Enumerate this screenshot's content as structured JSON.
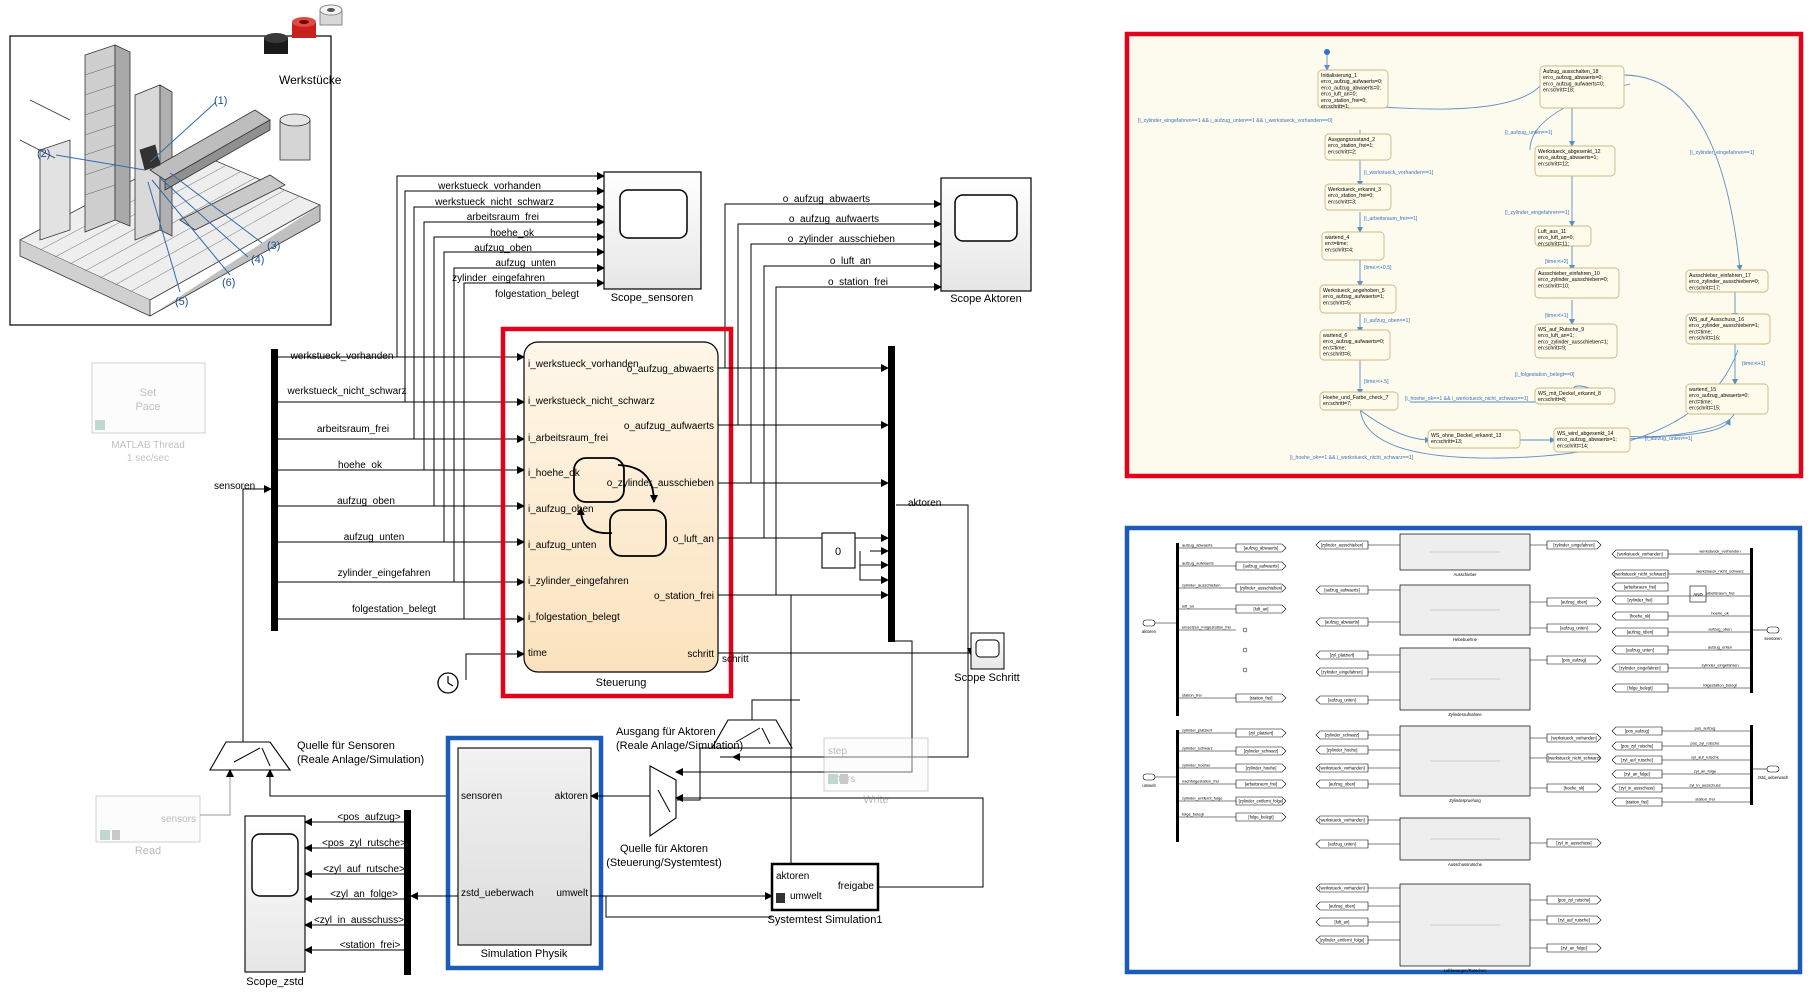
{
  "werkstuecke_label": "Werkstücke",
  "callouts": [
    "(1)",
    "(2)",
    "(3)",
    "(4)",
    "(5)",
    "(6)"
  ],
  "top_signals": [
    "werkstueck_vorhanden",
    "werkstueck_nicht_schwarz",
    "arbeitsraum_frei",
    "hoehe_ok",
    "aufzug_oben",
    "aufzug_unten",
    "zylinder_eingefahren",
    "folgestation_belegt"
  ],
  "scope_sensoren": "Scope_sensoren",
  "out_signals": [
    "o_aufzug_abwaerts",
    "o_aufzug_aufwaerts",
    "o_zylinder_ausschieben",
    "o_luft_an",
    "o_station_frei"
  ],
  "scope_aktoren": "Scope Aktoren",
  "set_pace": {
    "line1": "Set",
    "line2": "Pace",
    "caption1": "MATLAB Thread",
    "caption2": "1 sec/sec"
  },
  "sensoren_label": "sensoren",
  "aktoren_label": "aktoren",
  "steuerung": {
    "title": "Steuerung",
    "inputs": [
      "i_werkstueck_vorhanden",
      "i_werkstueck_nicht_schwarz",
      "i_arbeitsraum_frei",
      "i_hoehe_ok",
      "i_aufzug_oben",
      "i_aufzug_unten",
      "i_zylinder_eingefahren",
      "i_folgestation_belegt",
      "time"
    ],
    "outputs": [
      "o_aufzug_abwaerts",
      "o_aufzug_aufwaerts",
      "o_zylinder_ausschieben",
      "o_luft_an",
      "o_station_frei",
      "schritt"
    ]
  },
  "schritt_label": "schritt",
  "scope_schritt": "Scope Schritt",
  "constant_value": "0",
  "quelle_sensoren": [
    "Quelle für Sensoren",
    "(Reale Anlage/Simulation)"
  ],
  "ausgang_aktoren": [
    "Ausgang für Aktoren",
    "(Reale Anlage/Simulation)"
  ],
  "quelle_aktoren": [
    "Quelle für Aktoren",
    "(Steuerung/Systemtest)"
  ],
  "read_block": {
    "port": "sensors",
    "caption": "Read"
  },
  "write_block": {
    "port1": "step",
    "port2": "actors",
    "caption": "Write"
  },
  "simulation_physik": {
    "title": "Simulation Physik",
    "in1": "sensoren",
    "in2": "zstd_ueberwach",
    "out1": "aktoren",
    "out2": "umwelt"
  },
  "systemtest": {
    "title": "Systemtest Simulation1",
    "in1": "aktoren",
    "in2": "umwelt",
    "out": "freigabe"
  },
  "scope_zstd": {
    "title": "Scope_zstd",
    "signals": [
      "<pos_aufzug>",
      "<pos_zyl_rutsche>",
      "<zyl_auf_rutsche>",
      "<zyl_an_folge>",
      "<zyl_in_ausschuss>",
      "<station_frei>"
    ]
  },
  "chart": {
    "states_left": [
      [
        "Initialisierung_1",
        "en:o_aufzug_aufwaerts=0;",
        "en:o_aufzug_abwaerts=0;",
        "en:o_luft_an=0;",
        "en:o_station_frei=0;",
        "en:schritt=1;"
      ],
      [
        "Ausgangszustand_2",
        "en:o_station_frei=1;",
        "en:schritt=2;"
      ],
      [
        "Werkstueck_erkannt_3",
        "en:o_station_frei=0;",
        "en:schritt=3;"
      ],
      [
        "wartend_4",
        "en:t=time;",
        "en:schritt=4;"
      ],
      [
        "Werkstueck_angehoben_5",
        "en:o_aufzug_aufwaerts=1;",
        "en:schritt=5;"
      ],
      [
        "wartend_6",
        "en:o_aufzug_aufwaerts=0;",
        "en:t=time;",
        "en:schritt=6;"
      ],
      [
        "Hoehe_und_Farbe_check_7",
        "en:schritt=7;"
      ]
    ],
    "states_mid": [
      [
        "Werkstueck_abgesenkt_12",
        "en:o_aufzug_abwaerts=1;",
        "en:schritt=12;"
      ],
      [
        "Luft_aus_11",
        "en:o_luft_an=0;",
        "en:schritt=11;"
      ],
      [
        "Ausschieber_einfahren_10",
        "en:o_zylinder_ausschieben=0;",
        "en:schritt=10;"
      ],
      [
        "WS_auf_Rutsche_9",
        "en:o_luft_an=1;",
        "en:o_zylinder_ausschieben=1;",
        "en:schritt=9;"
      ],
      [
        "WS_mit_Deckel_erkannt_8",
        "en:schritt=8;"
      ]
    ],
    "state_top_right": [
      "Aufzug_ausschalten_18",
      "en:o_aufzug_abwaerts=0;",
      "en:o_aufzug_aufwaerts=0;",
      "en:schritt=18;"
    ],
    "states_right": [
      [
        "Ausschieber_einfahren_17",
        "en:o_zylinder_ausschieben=0;",
        "en:schritt=17;"
      ],
      [
        "WS_auf_Ausschuss_16",
        "en:o_zylinder_ausschieben=1;",
        "en:t=time;",
        "en:schritt=16;"
      ],
      [
        "wartend_15",
        "en:o_aufzug_abwaerts=0;",
        "en:t=time;",
        "en:schritt=15;"
      ]
    ],
    "states_bottom": [
      [
        "WS_ohne_Deckel_erkannt_13",
        "en:schritt=13;"
      ],
      [
        "WS_wird_abgesenkt_14",
        "en:o_aufzug_abwaerts=1;",
        "en:schritt=14;"
      ]
    ],
    "transitions": [
      "[i_zylinder_eingefahren==1 && i_aufzug_unten==1 && i_werkstueck_vorhanden==0]",
      "[i_werkstueck_vorhanden==1]",
      "[i_arbeitsraum_frei==1]",
      "[time>t+0.5]",
      "[i_aufzug_oben==1]",
      "[time>t+.5]",
      "[i_hoehe_ok==1 && i_werkstueck_nicht_schwarz==1]",
      "[i_hoehe_ok==1 && i_werkstueck_nicht_schwarz==1]",
      "[i_aufzug_unten==1]",
      "[i_zylinder_eingefahren==1]",
      "[time>t+2]",
      "[time>t+1]",
      "[i_folgestation_belegt==0]",
      "[i_zylinder_eingefahren==1]",
      "[time>t+1]",
      "[i_aufzug_unten==1]"
    ]
  },
  "sub": {
    "inport1": "aktoren",
    "inport2": "umwelt",
    "outport1": "sensoren",
    "outport2": "zstd_ueberwach",
    "bus1": [
      "aufzug_abwaerts",
      "aufzug_aufwaerts",
      "zylinder_ausschieben",
      "luft_an",
      "einsetzen_Folgestation_frei",
      "station_frei"
    ],
    "bus1_goto": [
      "[aufzug_abwaerts]",
      "[aufzug_aufwaerts]",
      "[zylinder_ausschieben]",
      "[luft_an]",
      "[station_frei]"
    ],
    "bus2": [
      "zylinder_platziert",
      "zylinder_schwarz",
      "zylinder_hoeher",
      "nachfolgestation_frei",
      "zylinder_entfernt_folge",
      "folge_belegt"
    ],
    "bus2_goto": [
      "[zyl_platziert]",
      "[zylinder_schwarz]",
      "[zylinder_hoehe]",
      "[arbeitsraum_frei]",
      "[zylinder_entfernt_folge]",
      "[folge_belegt]"
    ],
    "subsystems": [
      "Ausschieber",
      "Hebebuehne",
      "Zylinderaufnahme",
      "Zylinderpruefung",
      "Ausschussrutsche",
      "Luftbewegen/Rutschen"
    ],
    "mid_from": [
      "[zylinder_ausschieben]",
      "[aufzug_aufwaerts]",
      "[aufzug_abwaerts]",
      "[zyl_platziert]",
      "[zylinder_eingefahren]",
      "[aufzug_unten]",
      "[zylinder_schwarz]",
      "[zylinder_hoehe]",
      "[werkstueck_vorhanden]",
      "[aufzug_oben]",
      "[werkstueck_vorhanden]",
      "[aufzug_unten]",
      "[werkstueck_vorhanden]",
      "[aufzug_oben]",
      "[luft_an]",
      "[zylinder_entfernt_folge]"
    ],
    "mid_goto": [
      "[zylinder_eingefahren]",
      "[aufzug_oben]",
      "[aufzug_unten]",
      "[pos_aufzug]",
      "[werkstueck_vorhanden]",
      "[werkstueck_nicht_schwarz]",
      "[hoehe_ok]",
      "[zyl_in_ausschuss]",
      "[pos_zyl_rutsche]",
      "[zyl_auf_rutsche]",
      "[zyl_an_folge]"
    ],
    "right_from": [
      "[werkstueck_vorhanden]",
      "[werkstueck_nicht_schwarz]",
      "[arbeitsraum_frei]",
      "[zylinder_frei]",
      "[hoehe_ok]",
      "[aufzug_oben]",
      "[aufzug_unten]",
      "[zylinder_eingefahren]",
      "[folge_belegt]"
    ],
    "right_labels": [
      "werkstueck_vorhanden",
      "werkstueck_nicht_schwarz",
      "arbeitsraum_frei",
      "hoehe_ok",
      "aufzug_oben",
      "aufzug_unten",
      "zylinder_eingefahren",
      "folgestation_belegt"
    ],
    "and_label": "AND",
    "right2_from": [
      "[pos_aufzug]",
      "[pos_zyl_rutsche]",
      "[zyl_auf_rutsche]",
      "[zyl_an_folge]",
      "[zyl_in_ausschuss]",
      "[station_frei]"
    ],
    "right2_labels": [
      "pos_aufzug",
      "pos_zyl_rutsche",
      "zyl_auf_rutsche",
      "zyl_an_folge",
      "zyl_in_ausschuss",
      "station_frei"
    ]
  },
  "colors": {
    "red": "#e3001b",
    "blue": "#1a5cb8",
    "chart_bg": "#fdfaee",
    "state_fill": "#fffbea",
    "state_stroke": "#c9b98a",
    "transition": "#5b8fc7",
    "block_fill": "#fdf3e0"
  }
}
